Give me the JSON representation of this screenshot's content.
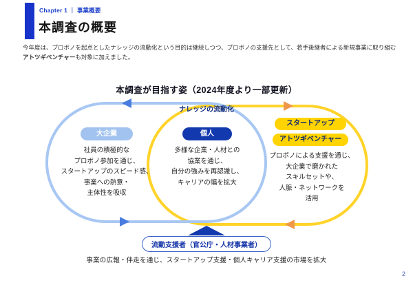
{
  "page": {
    "chapter_label": "Chapter 1 ｜ 事業概要",
    "title": "本調査の概要",
    "intro": {
      "part1": "今年度は、プロボノを起点としたナレッジの流動化という目的は継続しつつ、プロボノの支援先として、若手後継者による新規事業に取り組む",
      "part2_bold": "アトツギベンチャー",
      "part3": "も対象に加えました。"
    },
    "page_number": "2"
  },
  "diagram": {
    "heading": "本調査が目指す姿（2024年度より一部更新）",
    "flow_label": "ナレッジの流動化",
    "groups": [
      {
        "label": "大企業",
        "description": "社員の積極的な\nプロボノ参加を通じ、\nスタートアップのスピード感、\n事業への熱意・\n主体性を吸収"
      },
      {
        "label": "個人",
        "description": "多様な企業・人材との\n協業を通じ、\n自分の強みを再認識し、\nキャリアの幅を拡大"
      },
      {
        "labels": [
          "スタートアップ",
          "アトツギベンチャー"
        ],
        "description": "プロボノによる支援を通じ、\n大企業で磨かれた\nスキルセットや、\n人脈・ネットワークを\n活用"
      }
    ],
    "supporter": {
      "label": "流動支援者（官公庁・人材事業者）",
      "caption": "事業の広報・伴走を通じ、スタートアップ支援・個人キャリア支援の市場を拡大"
    }
  },
  "theme": {
    "accent-blue": "#1733c9",
    "chapter-blue": "#1b3ec9",
    "loop-blue": "#a8c7f3",
    "loop-yellow": "#ffd32a",
    "arrow-blue": "#4a7ce0",
    "arrow-orange": "#f0984a",
    "navy": "#1339ae",
    "pill-light-blue": "#a2c3ef",
    "pill-yellow": "#ffd400",
    "pill-yellow-text": "#0e2470",
    "supporter-border": "#3a62c8",
    "supporter-text": "#1535a8",
    "flow-label-navy": "#16307e",
    "page-number-blue": "#4a5fc0",
    "text-dark": "#333333"
  }
}
